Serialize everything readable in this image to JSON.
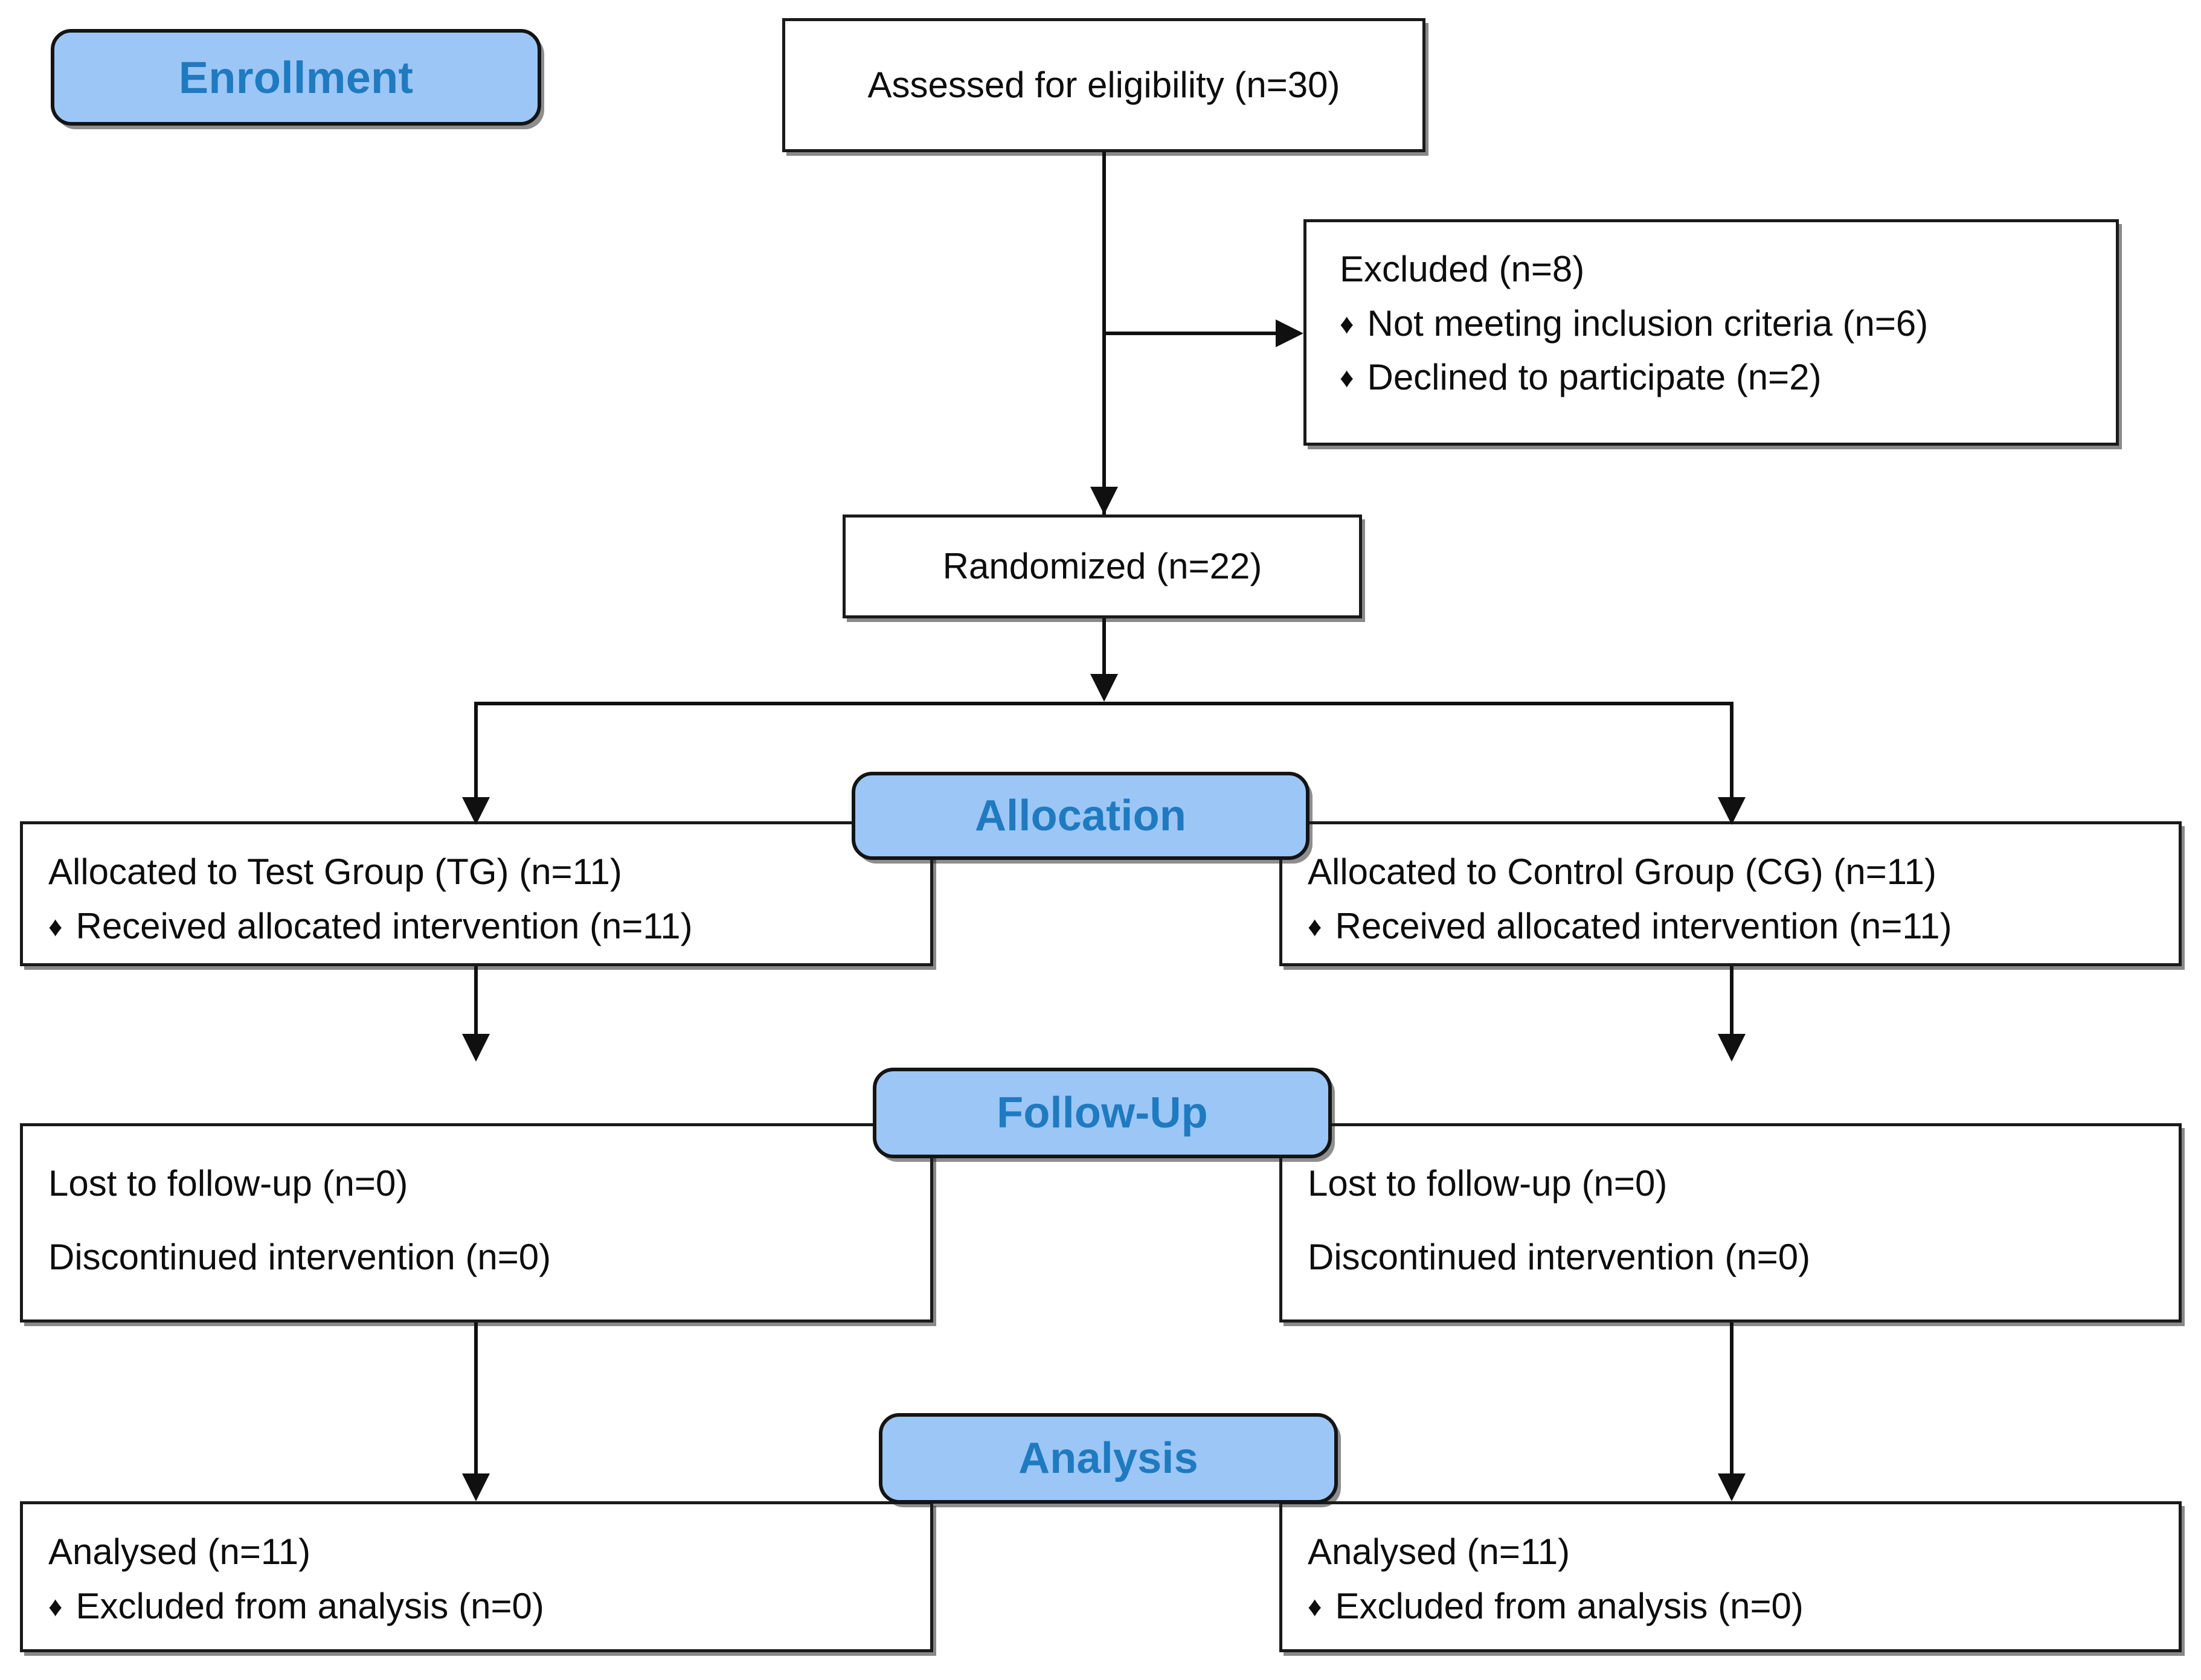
{
  "diagram": {
    "type": "consort-flow-diagram",
    "stage_labels": [
      {
        "id": "enrollment",
        "text": "Enrollment"
      },
      {
        "id": "allocation",
        "text": "Allocation"
      },
      {
        "id": "follow_up",
        "text": "Follow-Up"
      },
      {
        "id": "analysis",
        "text": "Analysis"
      }
    ],
    "colors": {
      "pill_fill": "#9CC6F6",
      "pill_text": "#1F7AC0",
      "pill_border": "#141414",
      "box_border": "#1a1a1a",
      "box_fill": "#ffffff",
      "text": "#0d0d0d",
      "connector": "#101010"
    },
    "nodes": {
      "assessed": {
        "text": "Assessed for eligibility (n=30)"
      },
      "excluded": {
        "heading": "Excluded  (n=8)",
        "items": [
          "Not meeting inclusion criteria (n=6)",
          "Declined to participate (n=2)"
        ],
        "bullet_glyph": "♦"
      },
      "randomized": {
        "text": "Randomized (n=22)"
      },
      "allocation_left": {
        "heading": "Allocated to Test Group (TG) (n=11)",
        "items": [
          "Received allocated intervention (n=11)"
        ],
        "bullet_glyph": "♦"
      },
      "allocation_right": {
        "heading": "Allocated to Control Group (CG) (n=11)",
        "items": [
          "Received allocated intervention (n=11)"
        ],
        "bullet_glyph": "♦"
      },
      "followup_left": {
        "line1": "Lost to follow-up (n=0)",
        "line2": "Discontinued intervention (n=0)"
      },
      "followup_right": {
        "line1": "Lost to follow-up (n=0)",
        "line2": "Discontinued intervention (n=0)"
      },
      "analysis_left": {
        "heading": "Analysed  (n=11)",
        "items": [
          "Excluded from analysis (n=0)"
        ],
        "bullet_glyph": "♦"
      },
      "analysis_right": {
        "heading": "Analysed  (n=11)",
        "items": [
          "Excluded from analysis (n=0)"
        ],
        "bullet_glyph": "♦"
      }
    }
  }
}
